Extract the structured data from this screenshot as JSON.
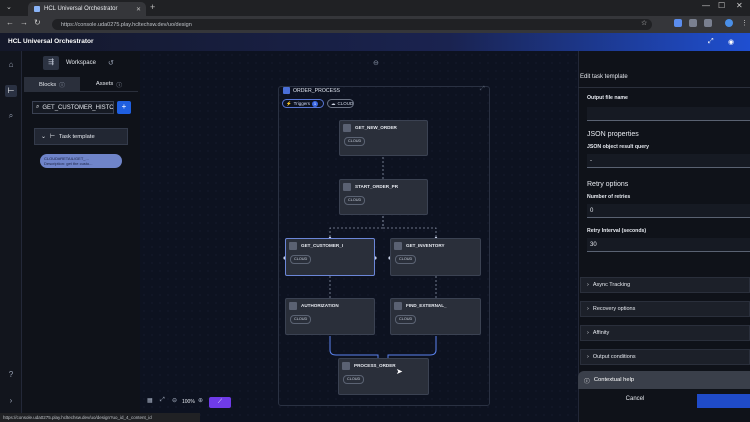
{
  "browser": {
    "tab_title": "HCL Universal Orchestrator",
    "url": "https://console.uda0275.play.hcltechsw.dev/uo/design",
    "status_url": "https://console.uda0275.play.hcltechsw.dev/uo/design?uo_id_4_content_id"
  },
  "app": {
    "title": "HCL Universal Orchestrator"
  },
  "panel": {
    "workspace_label": "Workspace",
    "tabs": [
      "Blocks",
      "Assets"
    ],
    "search_value": "GET_CUSTOMER_HISTC",
    "task_template_label": "Task template",
    "chip_line1": "CLOUD#RETAIL/GET_...",
    "chip_line2": "Description: get the custo..."
  },
  "canvas": {
    "flow_name": "ORDER_PROCESS",
    "triggers_label": "Triggers",
    "triggers_count": "1",
    "cloud_label": "CLOUD",
    "nodes": [
      {
        "name": "GET_NEW_ORDER",
        "tag": "CLOUD"
      },
      {
        "name": "START_ORDER_PR",
        "tag": "CLOUD"
      },
      {
        "name": "GET_CUSTOMER_I",
        "tag": "CLOUD"
      },
      {
        "name": "GET_INVENTORY",
        "tag": "CLOUD"
      },
      {
        "name": "AUTHORIZATION",
        "tag": "CLOUD"
      },
      {
        "name": "FIND_EXTERNAL_",
        "tag": "CLOUD"
      },
      {
        "name": "PROCESS_ORDER",
        "tag": "CLOUD"
      }
    ],
    "zoom": "100%"
  },
  "right": {
    "title": "Edit task template",
    "output_file_label": "Output file name",
    "output_file_value": "",
    "json_section": "JSON properties",
    "json_query_label": "JSON object result query",
    "json_query_value": "-",
    "retry_section": "Retry options",
    "retries_label": "Number of retries",
    "retries_value": "0",
    "interval_label": "Retry Interval (seconds)",
    "interval_value": "30",
    "accordions": [
      "Async Tracking",
      "Recovery options",
      "Affinity",
      "Output conditions"
    ],
    "contextual_help": "Contextual help",
    "cancel": "Cancel"
  }
}
